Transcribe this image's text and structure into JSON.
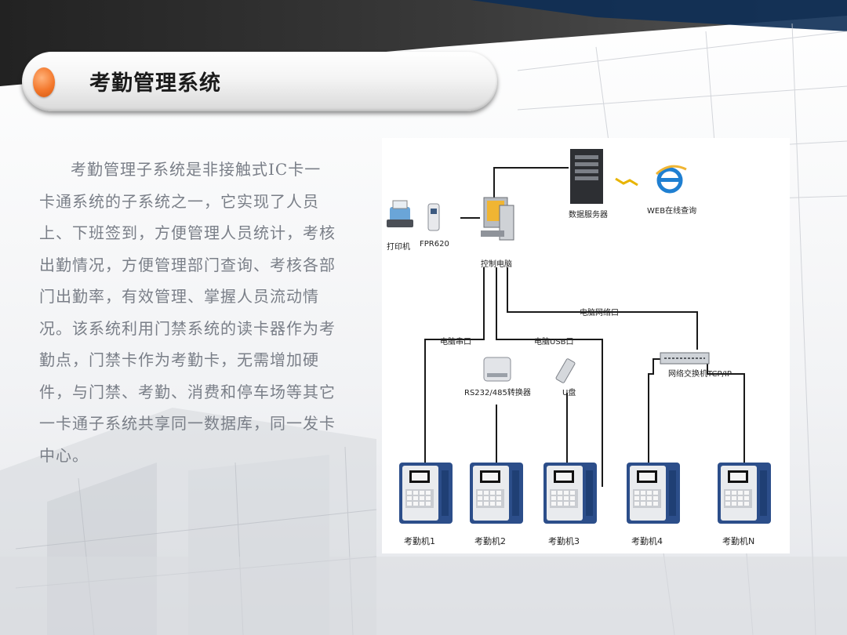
{
  "slide": {
    "title": "考勤管理系统",
    "body": "考勤管理子系统是非接触式IC卡一卡通系统的子系统之一，它实现了人员上、下班签到，方便管理人员统计，考核出勤情况，方便管理部门查询、考核各部门出勤率，有效管理、掌握人员流动情况。该系统利用门禁系统的读卡器作为考勤点，门禁卡作为考勤卡，无需增加硬件，与门禁、考勤、消费和停车场等其它一卡通子系统共享同一数据库，同一发卡中心。"
  },
  "diagram": {
    "nodes": {
      "printer": "打印机",
      "fpr": "FPR620",
      "control_pc": "控制电脑",
      "db_server": "数据服务器",
      "web_query": "WEB在线查询",
      "converter": "RS232/485转换器",
      "usb_disk": "U盘",
      "switch": "网络交换机TCP/IP"
    },
    "links": {
      "serial": "电脑串口",
      "usb": "电脑USB口",
      "network": "电脑网络口"
    },
    "machines": [
      "考勤机1",
      "考勤机2",
      "考勤机3",
      "考勤机4",
      "考勤机N"
    ]
  }
}
